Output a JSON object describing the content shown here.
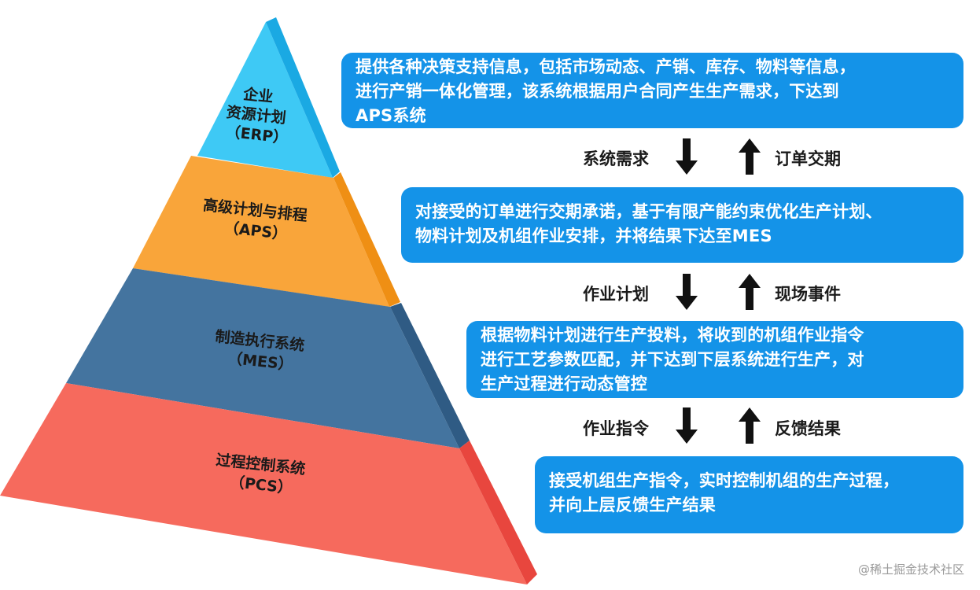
{
  "pyramid": {
    "layers": [
      {
        "name": "企业\n资源计划\n（ERP）",
        "front_color": "#3ec9f5",
        "side_color": "#1aa9e3"
      },
      {
        "name": "高级计划与排程\n（APS）",
        "front_color": "#f9a53a",
        "side_color": "#ef8f14"
      },
      {
        "name": "制造执行系统\n（MES）",
        "front_color": "#44749f",
        "side_color": "#2f5b84"
      },
      {
        "name": "过程控制系统\n（PCS）",
        "front_color": "#f66a5d",
        "side_color": "#e8463e"
      }
    ]
  },
  "descriptions": [
    "提供各种决策支持信息，包括市场动态、产销、库存、物料等信息，\n进行产销一体化管理，该系统根据用户合同产生生产需求，下达到\nAPS系统",
    "对接受的订单进行交期承诺，基于有限产能约束优化生产计划、\n物料计划及机组作业安排，并将结果下达至MES",
    "根据物料计划进行生产投料，将收到的机组作业指令\n进行工艺参数匹配，并下达到下层系统进行生产，对\n生产过程进行动态管控",
    "接受机组生产指令，实时控制机组的生产过程，\n并向上层反馈生产结果"
  ],
  "flows": [
    {
      "down": "系统需求",
      "up": "订单交期"
    },
    {
      "down": "作业计划",
      "up": "现场事件"
    },
    {
      "down": "作业指令",
      "up": "反馈结果"
    }
  ],
  "watermark": "@稀土掘金技术社区",
  "colors": {
    "box": "#1493e8",
    "arrow": "#111111"
  }
}
